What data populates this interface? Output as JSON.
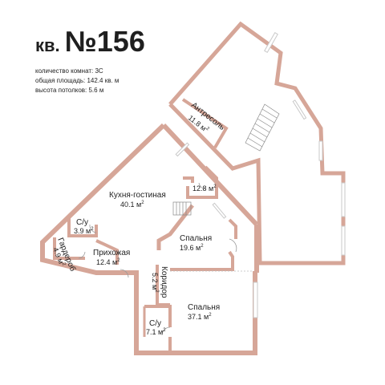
{
  "header": {
    "prefix": "кв.",
    "number": "№156",
    "info": [
      {
        "label": "количество комнат:",
        "value": "3С"
      },
      {
        "label": "общая площадь:",
        "value": "142.4 кв. м"
      },
      {
        "label": "высота потолков:",
        "value": "5.6 м"
      }
    ]
  },
  "rooms": {
    "kitchen": {
      "name": "Кухня-гостиная",
      "area": "40.1 м",
      "sup": "2"
    },
    "mezzanine": {
      "name": "Антресоль",
      "area": "11.8 м",
      "sup": "2"
    },
    "small_room": {
      "name": "",
      "area": "12.8 м",
      "sup": "2"
    },
    "bath1": {
      "name": "С/у",
      "area": "3.9 м",
      "sup": "2"
    },
    "wardrobe": {
      "name": "Гардероб",
      "area": "4.9 м",
      "sup": "2"
    },
    "hall": {
      "name": "Прихожая",
      "area": "12.4 м",
      "sup": "2"
    },
    "bedroom1": {
      "name": "Спальня",
      "area": "19.6 м",
      "sup": "2"
    },
    "corridor": {
      "name": "Коридор",
      "area": "5.2 м",
      "sup": "2"
    },
    "bedroom2": {
      "name": "Спальня",
      "area": "37.1 м",
      "sup": "2"
    },
    "bath2": {
      "name": "С/у",
      "area": "7.1 м",
      "sup": "2"
    }
  },
  "colors": {
    "wall": "#d6a698",
    "wall_edge": "#c08c7d",
    "window": "#f4f4f4"
  }
}
